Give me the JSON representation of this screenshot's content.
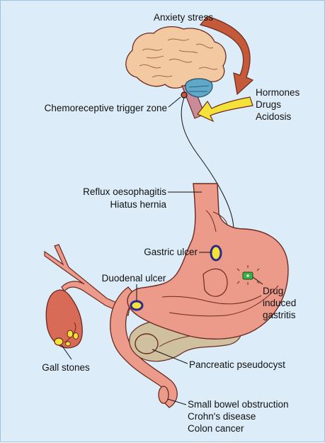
{
  "diagram": {
    "labels": {
      "anxiety": "Anxiety stress",
      "ctz": "Chemoreceptive trigger zone",
      "systemic": [
        "Hormones",
        "Drugs",
        "Acidosis"
      ],
      "oesophagus": [
        "Reflux oesophagitis",
        "Hiatus hernia"
      ],
      "gastric_ulcer": "Gastric ulcer",
      "duodenal_ulcer": "Duodenal ulcer",
      "gastritis": [
        "Drug",
        "induced",
        "gastritis"
      ],
      "gall_stones": "Gall stones",
      "pancreatic": "Pancreatic pseudocyst",
      "bowel": [
        "Small bowel obstruction",
        "Crohn's disease",
        "Colon cancer"
      ]
    },
    "colors": {
      "background": "#dcecf8",
      "gut": "#ec9a8a",
      "gut_outline": "#6b2a1e",
      "brain": "#f2c9a0",
      "cerebellum": "#5fa8c8",
      "brainstem": "#c98a9a",
      "stress_arrow": "#c55a3a",
      "systemic_arrow": "#f4e23a",
      "pancreas": "#cfc1a0",
      "ulcer_ring": "#2a2a8a",
      "stone": "#f4e23a",
      "drug_pill": "#3cb04a"
    }
  }
}
